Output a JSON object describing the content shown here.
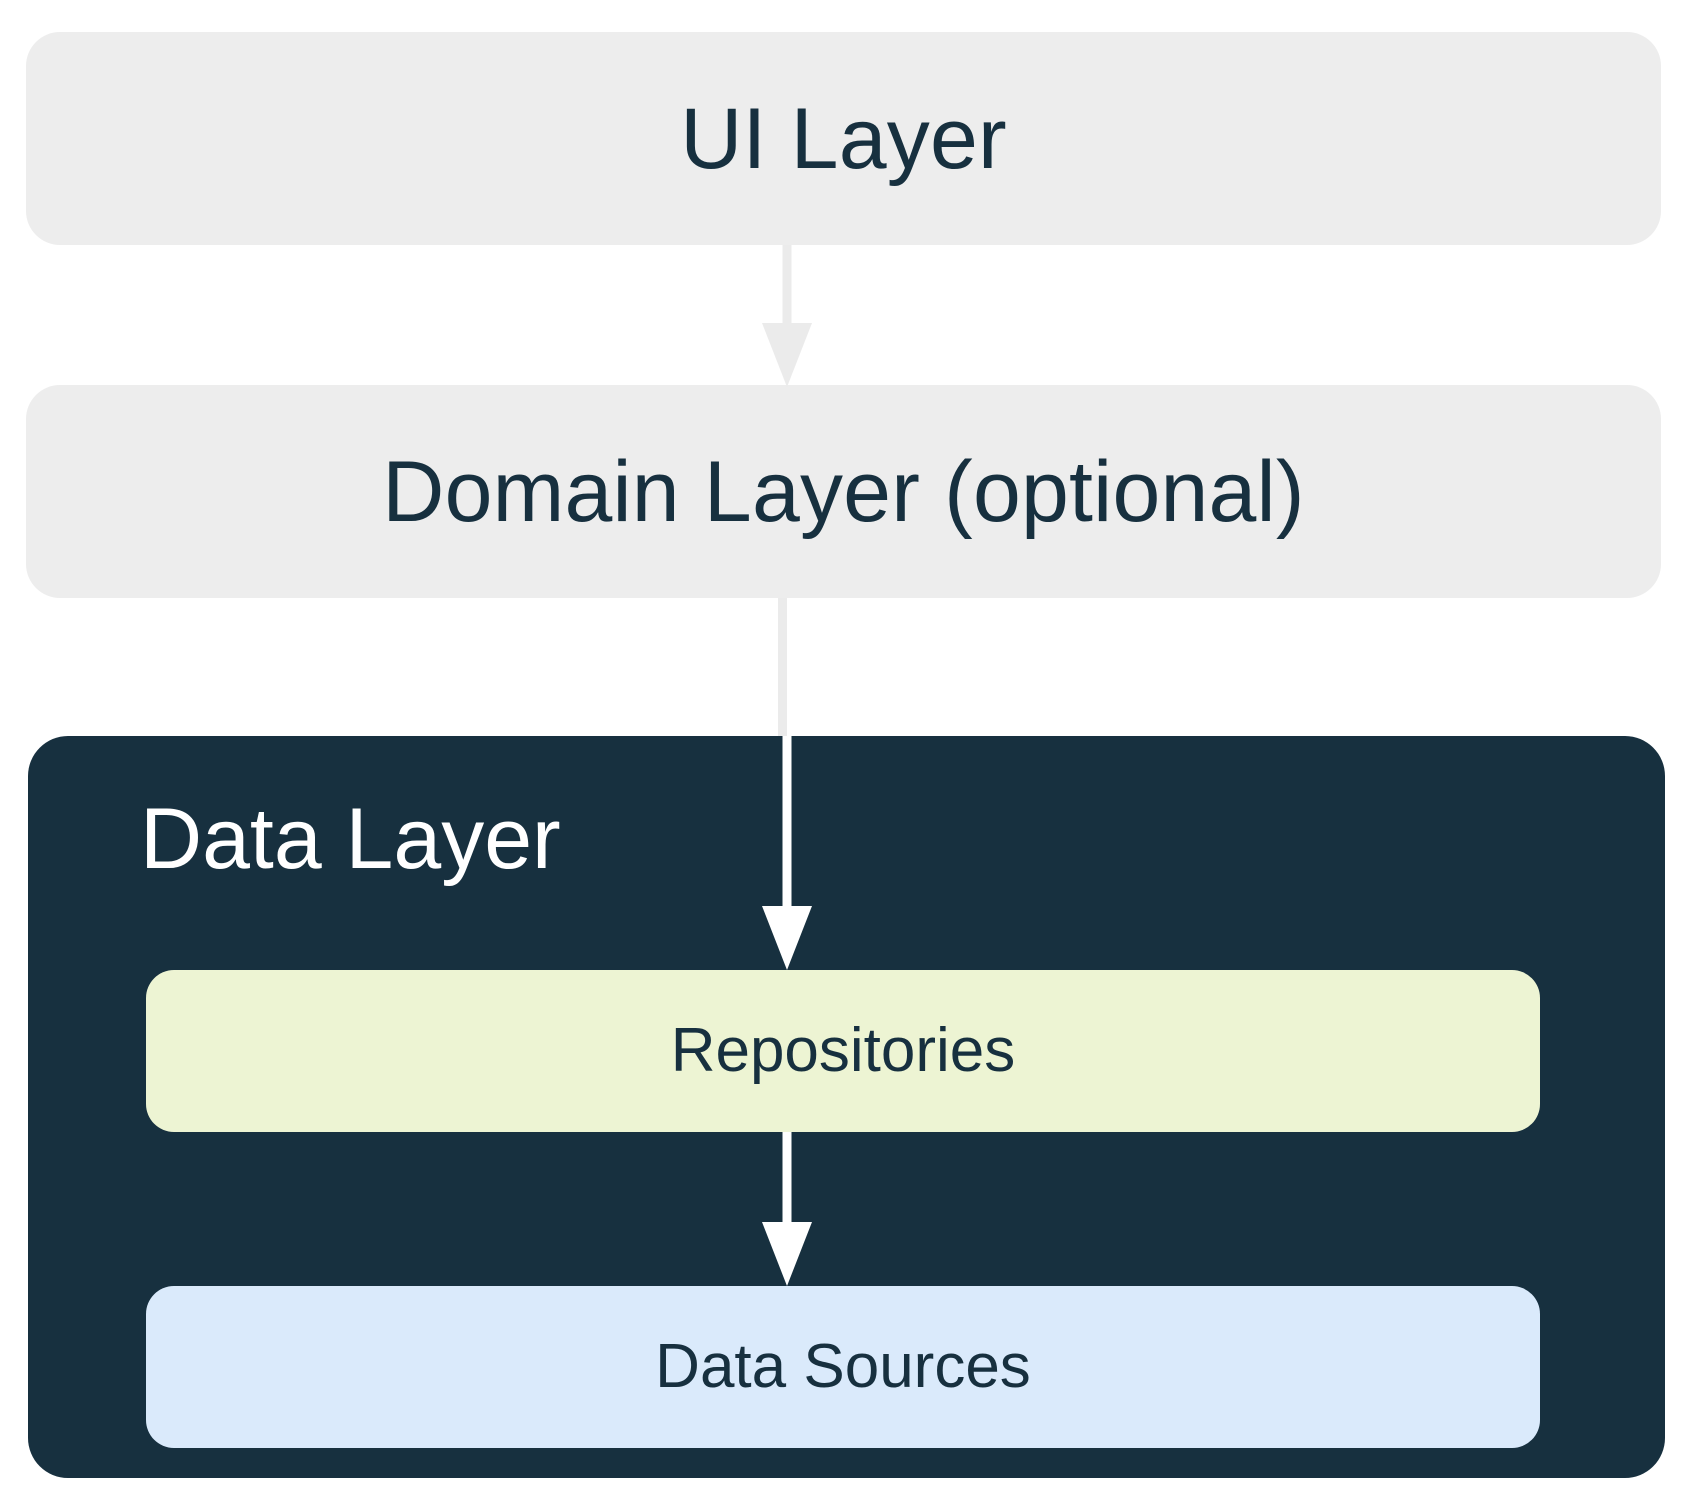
{
  "diagram": {
    "title": "Android app architecture layers",
    "type": "layered-architecture-flow",
    "background_color": "#ffffff"
  },
  "layers": [
    {
      "id": "ui-layer",
      "label": "UI Layer",
      "fill": "#ededed",
      "text_color": "#17303f",
      "text_align": "center"
    },
    {
      "id": "domain-layer",
      "label": "Domain Layer (optional)",
      "fill": "#ededed",
      "text_color": "#17303f",
      "text_align": "center"
    },
    {
      "id": "data-layer",
      "label": "Data Layer",
      "fill": "#17303f",
      "text_color": "#ffffff",
      "text_align": "left"
    }
  ],
  "data_layer_children": [
    {
      "id": "repositories",
      "label": "Repositories",
      "fill": "#edf4d3",
      "text_color": "#17303f"
    },
    {
      "id": "data-sources",
      "label": "Data Sources",
      "fill": "#daeafb",
      "text_color": "#17303f"
    }
  ],
  "arrows": [
    {
      "id": "ui-to-domain",
      "from": "UI Layer",
      "to": "Domain Layer (optional)",
      "color": "#ebebeb",
      "direction": "down"
    },
    {
      "id": "domain-to-repositories",
      "from": "Domain Layer (optional)",
      "to": "Repositories",
      "color": "#ffffff",
      "direction": "down"
    },
    {
      "id": "repositories-to-data-sources",
      "from": "Repositories",
      "to": "Data Sources",
      "color": "#ffffff",
      "direction": "down"
    }
  ],
  "colors": {
    "light_gray": "#ededed",
    "arrow_gray": "#ebebeb",
    "dark_navy": "#17303f",
    "pale_green": "#edf4d3",
    "pale_blue": "#daeafb",
    "white": "#ffffff"
  }
}
